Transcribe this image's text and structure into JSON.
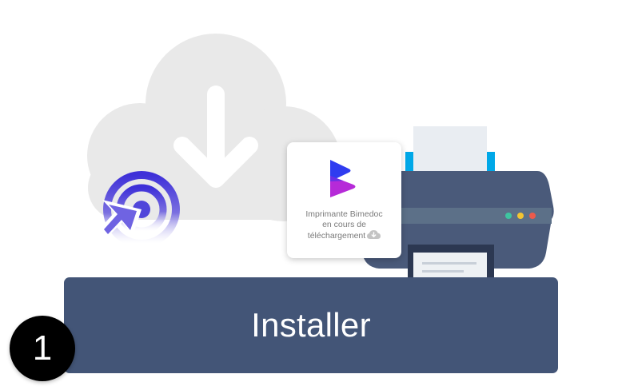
{
  "toast": {
    "line1": "Imprimante Bimedoc",
    "line2": "en cours de",
    "line3": "téléchargement",
    "status_icon": "cloud-download-icon"
  },
  "install_button": {
    "label": "Installer"
  },
  "step_badge": {
    "number": "1"
  },
  "icons": {
    "cloud": "cloud-download-icon",
    "target": "target-cursor-icon",
    "printer": "printer-icon",
    "logo": "bimedoc-logo"
  },
  "colors": {
    "button": "#435577",
    "badge": "#000000",
    "cloud": "#e9e9e9",
    "printer_body": "#4a5a7a",
    "printer_paper_tray": "#00a8e8",
    "logo_blue": "#2f3cf0",
    "logo_purple": "#b62ad8",
    "target": "#4a3ad6"
  }
}
